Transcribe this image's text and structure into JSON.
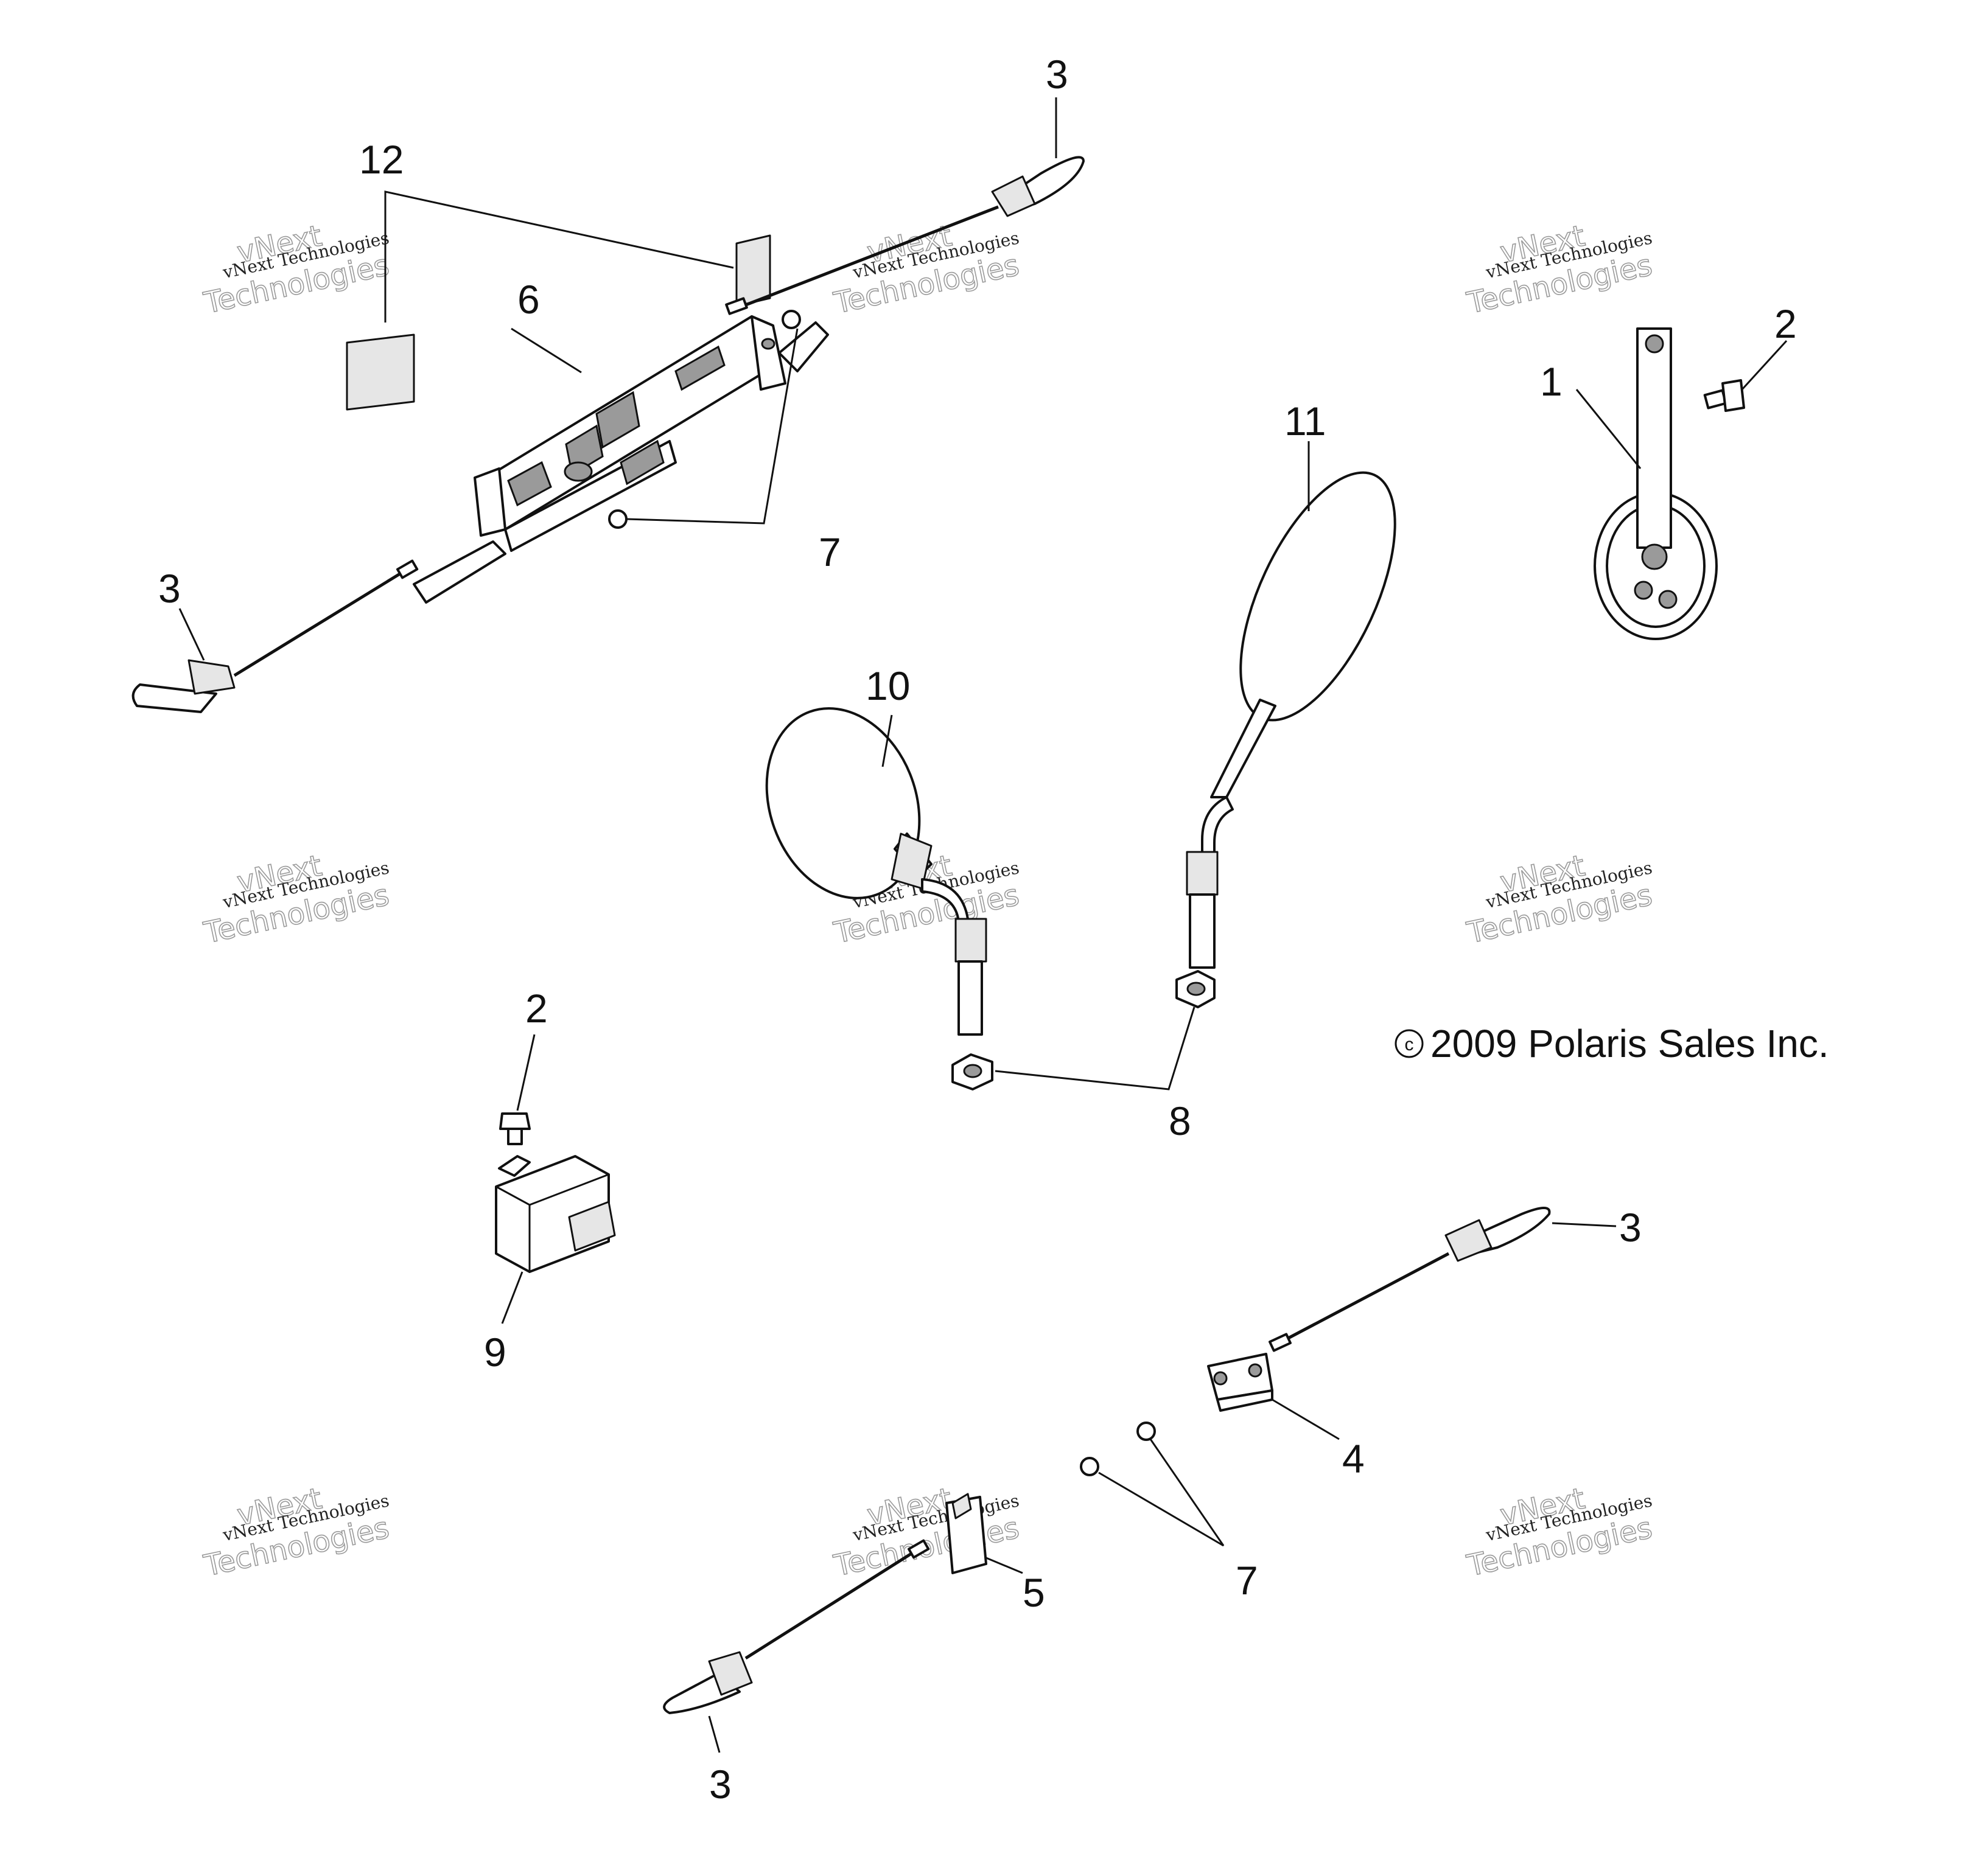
{
  "diagram": {
    "callouts": [
      {
        "id": "c12",
        "label": "12"
      },
      {
        "id": "c3a",
        "label": "3"
      },
      {
        "id": "c6",
        "label": "6"
      },
      {
        "id": "c2a",
        "label": "2"
      },
      {
        "id": "c1",
        "label": "1"
      },
      {
        "id": "c11",
        "label": "11"
      },
      {
        "id": "c7a",
        "label": "7"
      },
      {
        "id": "c3b",
        "label": "3"
      },
      {
        "id": "c10",
        "label": "10"
      },
      {
        "id": "c2b",
        "label": "2"
      },
      {
        "id": "c8",
        "label": "8"
      },
      {
        "id": "c9",
        "label": "9"
      },
      {
        "id": "c3c",
        "label": "3"
      },
      {
        "id": "c4",
        "label": "4"
      },
      {
        "id": "c5",
        "label": "5"
      },
      {
        "id": "c7b",
        "label": "7"
      },
      {
        "id": "c3d",
        "label": "3"
      }
    ],
    "copyright": "2009 Polaris Sales Inc.",
    "copyright_symbol": "c",
    "watermark": {
      "line1": "vNext Technologies",
      "line2": "vNext",
      "line3": "Technologies"
    }
  }
}
